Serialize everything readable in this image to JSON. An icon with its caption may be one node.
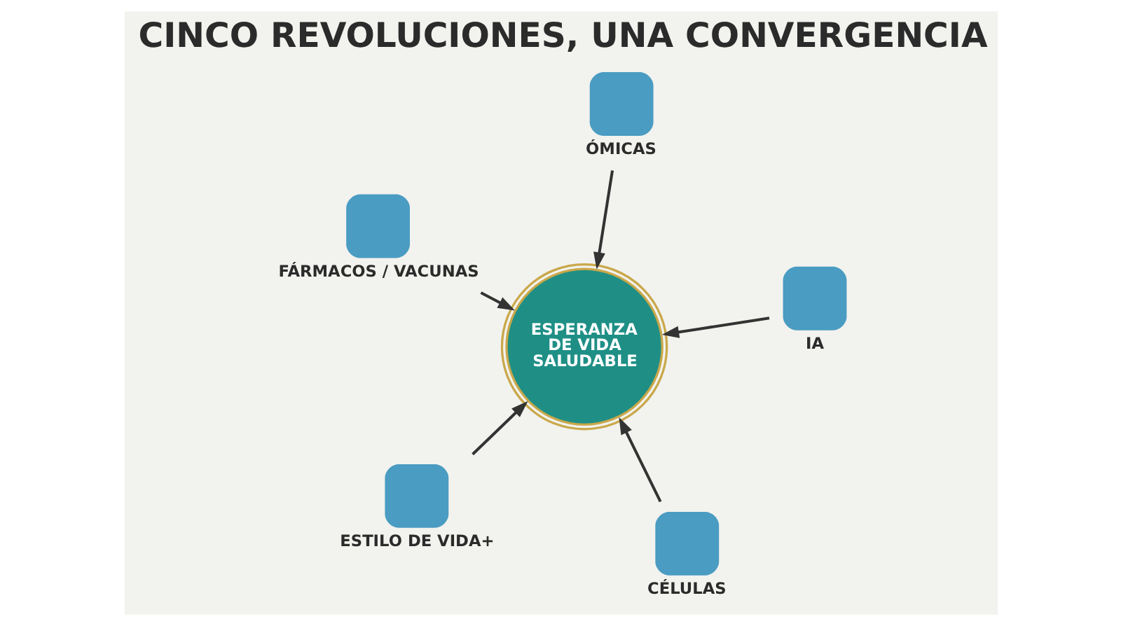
{
  "diagram": {
    "title": "CINCO REVOLUCIONES, UNA CONVERGENCIA",
    "nodes": [
      {
        "text": [
          "ESTILO DE VIDA+"
        ]
      },
      {
        "text": [
          "ESPERANZA DE VIDA SALUDABLE"
        ]
      },
      {
        "text": [
          "CÉLULAS"
        ]
      },
      {
        "text": [
          "ÓMICAS"
        ]
      },
      {
        "text": [
          "IA"
        ]
      },
      {
        "text": [
          "FÁRMACOS / VACUNAS"
        ]
      }
    ],
    "edges": [
      {
        "from": 0,
        "to": 1,
        "arrow": "to"
      },
      {
        "from": 2,
        "to": 1,
        "arrow": "to"
      },
      {
        "from": 3,
        "to": 1,
        "arrow": "to"
      },
      {
        "from": 4,
        "to": 1,
        "arrow": "to"
      },
      {
        "from": 5,
        "to": 1,
        "arrow": "to"
      }
    ]
  }
}
